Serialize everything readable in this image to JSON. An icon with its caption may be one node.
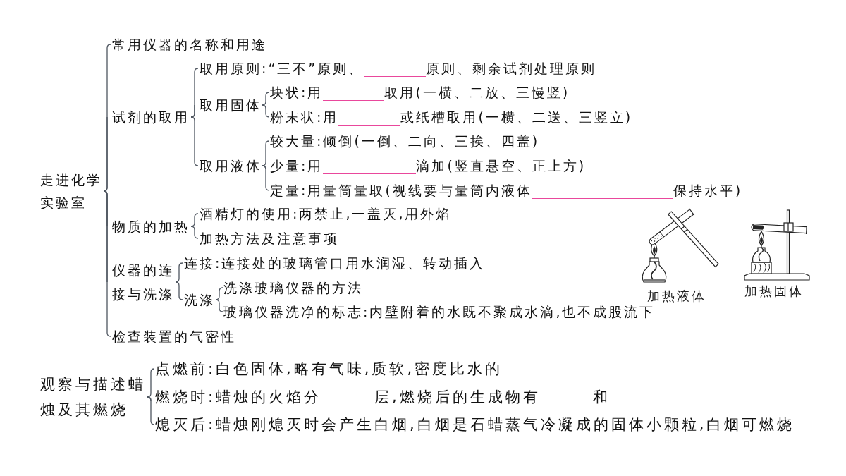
{
  "diagram": {
    "nodes": [
      {
        "text": [
          "走进化学实验室"
        ]
      },
      {
        "text": [
          "常用仪器的名称和用途"
        ]
      },
      {
        "text": [
          "试剂的取用"
        ]
      },
      {
        "text": [
          "取用原则:“三不”原则、",
          "原则、剩余试剂处理原则"
        ]
      },
      {
        "text": [
          "取用固体"
        ]
      },
      {
        "text": [
          "块状:用",
          "取用(一横、二放、三慢竖)"
        ]
      },
      {
        "text": [
          "粉末状:用",
          "或纸槽取用(一横、二送、三竖立)"
        ]
      },
      {
        "text": [
          "取用液体"
        ]
      },
      {
        "text": [
          "较大量:倾倒(一倒、二向、三挨、四盖)"
        ]
      },
      {
        "text": [
          "少量:用",
          "滴加(竖直悬空、正上方)"
        ]
      },
      {
        "text": [
          "定量:用量筒量取(视线要与量筒内液体",
          "保持水平)"
        ]
      },
      {
        "text": [
          "物质的加热"
        ]
      },
      {
        "text": [
          "酒精灯的使用:两禁止,一盖灭,用外焰"
        ]
      },
      {
        "text": [
          "加热方法及注意事项"
        ]
      },
      {
        "text": [
          "仪器的连接与洗涤"
        ]
      },
      {
        "text": [
          "连接:连接处的玻璃管口用水润湿、转动插入"
        ]
      },
      {
        "text": [
          "洗涤"
        ]
      },
      {
        "text": [
          "洗涤玻璃仪器的方法"
        ]
      },
      {
        "text": [
          "玻璃仪器洗净的标志:内壁附着的水既不聚成水滴,也不成股流下"
        ]
      },
      {
        "text": [
          "检查装置的气密性"
        ]
      },
      {
        "text": [
          "观察与描述蜡烛及其燃烧"
        ]
      },
      {
        "text": [
          "点燃前:白色固体,略有气味,质软,密度比水的"
        ]
      },
      {
        "text": [
          "燃烧时:蜡烛的火焰分",
          "层,燃烧后的生成物有",
          "和"
        ]
      },
      {
        "text": [
          "熄灭后:蜡烛刚熄灭时会产生白烟,白烟是石蜡蒸气冷凝成的固体小颗粒,白烟可燃烧"
        ]
      }
    ],
    "edges": [
      {
        "from": 0,
        "to": 1,
        "arrow": "none"
      },
      {
        "from": 0,
        "to": 2,
        "arrow": "none"
      },
      {
        "from": 2,
        "to": 3,
        "arrow": "none"
      },
      {
        "from": 2,
        "to": 4,
        "arrow": "none"
      },
      {
        "from": 4,
        "to": 5,
        "arrow": "none"
      },
      {
        "from": 4,
        "to": 6,
        "arrow": "none"
      },
      {
        "from": 2,
        "to": 7,
        "arrow": "none"
      },
      {
        "from": 7,
        "to": 8,
        "arrow": "none"
      },
      {
        "from": 7,
        "to": 9,
        "arrow": "none"
      },
      {
        "from": 7,
        "to": 10,
        "arrow": "none"
      },
      {
        "from": 0,
        "to": 11,
        "arrow": "none"
      },
      {
        "from": 11,
        "to": 12,
        "arrow": "none"
      },
      {
        "from": 11,
        "to": 13,
        "arrow": "none"
      },
      {
        "from": 0,
        "to": 14,
        "arrow": "none"
      },
      {
        "from": 14,
        "to": 15,
        "arrow": "none"
      },
      {
        "from": 14,
        "to": 16,
        "arrow": "none"
      },
      {
        "from": 16,
        "to": 17,
        "arrow": "none"
      },
      {
        "from": 16,
        "to": 18,
        "arrow": "none"
      },
      {
        "from": 0,
        "to": 19,
        "arrow": "none"
      },
      {
        "from": 20,
        "to": 21,
        "arrow": "none"
      },
      {
        "from": 20,
        "to": 22,
        "arrow": "none"
      },
      {
        "from": 20,
        "to": 23,
        "arrow": "none"
      }
    ],
    "labels": [
      "加热液体",
      "加热固体"
    ]
  }
}
